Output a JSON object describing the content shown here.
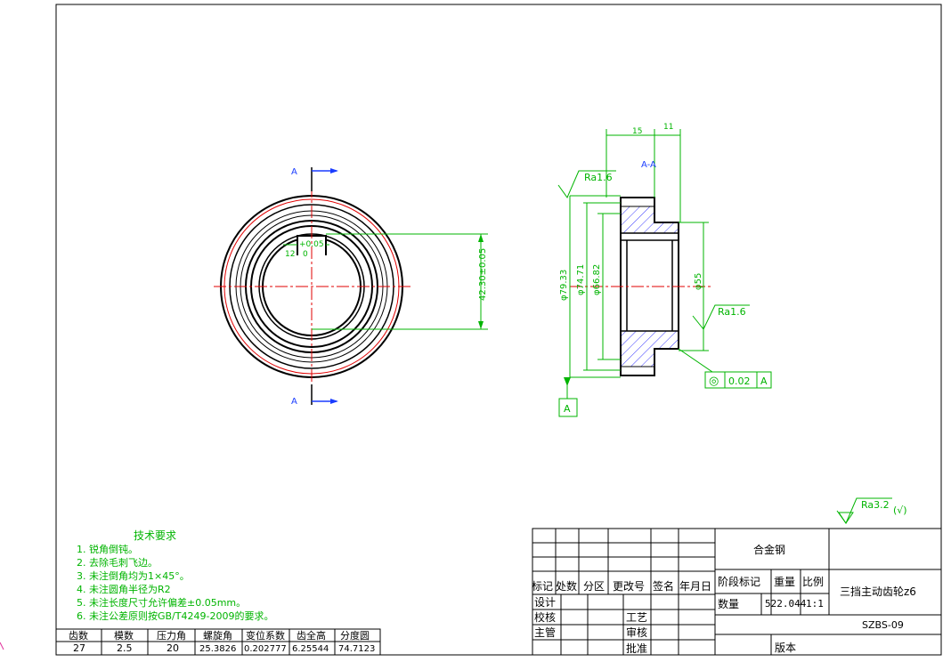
{
  "colors": {
    "outline": "#000000",
    "dimension": "#00b400",
    "centerline": "#e00000",
    "section_marker": "#1a3cff",
    "hatch": "#3a3aff",
    "magenta": "#e0309a"
  },
  "front_view": {
    "section_label_top": "A",
    "section_label_bottom": "A",
    "keyway_dim_a": "+0.05",
    "keyway_dim_b": "12",
    "keyway_dim_c": "0",
    "dim_keyway_depth": "42.30±0.05"
  },
  "section_view": {
    "title": "A-A",
    "dim_top_left": "15",
    "dim_top_right": "11",
    "roughness_left": "Ra1.6",
    "roughness_right": "Ra1.6",
    "dim_outer": "φ79.33",
    "dim_d2": "φ74.71",
    "dim_d3": "φ66.82",
    "dim_bore": "φ55",
    "gdt_symbol": "◎",
    "gdt_tolerance": "0.02",
    "gdt_datum": "A",
    "datum_label": "A"
  },
  "general_roughness": {
    "value": "Ra3.2",
    "suffix": "(√)"
  },
  "tech_requirements": {
    "title": "技术要求",
    "items": [
      "1.  锐角倒钝。",
      "2.  去除毛刺飞边。",
      "3.  未注倒角均为1×45°。",
      "4.  未注圆角半径为R2",
      "5.  未注长度尺寸允许偏差±0.05mm。",
      "6.  未注公差原则按GB/T4249-2009的要求。"
    ]
  },
  "gear_params": {
    "headers": [
      "齿数",
      "模数",
      "压力角",
      "螺旋角",
      "变位系数",
      "齿全高",
      "分度圆"
    ],
    "values": [
      "27",
      "2.5",
      "20",
      "25.3826",
      "0.202777",
      "6.25544",
      "74.7123"
    ]
  },
  "title_block": {
    "material": "合金钢",
    "change_headers": [
      "标记",
      "处数",
      "分区",
      "更改号",
      "签名",
      "年月日"
    ],
    "role_design": "设计",
    "role_check": "校核",
    "role_supervisor": "主管",
    "role_process": "工艺",
    "role_review": "审核",
    "role_approve": "批准",
    "stage_mark": "阶段标记",
    "weight_label": "重量",
    "scale_label": "比例",
    "quantity_label": "数量",
    "weight_value": "522.044",
    "scale_value": "1:1",
    "part_name": "三挡主动齿轮z6",
    "drawing_number": "SZBS-09",
    "version_label": "版本"
  }
}
